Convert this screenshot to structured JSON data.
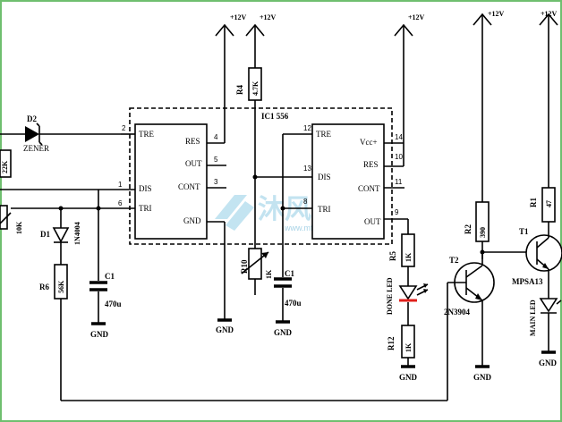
{
  "supply": "+12V",
  "ground": "GND",
  "ic": {
    "label": "IC1 556",
    "left_pins": {
      "tre": "TRE",
      "dis": "DIS",
      "tri": "TRI",
      "res": "RES",
      "out": "OUT",
      "cont": "CONT",
      "gnd": "GND"
    },
    "left_pin_numbers": {
      "tre": "2",
      "dis": "1",
      "tri": "6",
      "res": "4",
      "out": "5",
      "cont": "3"
    },
    "right_pins": {
      "tre": "TRE",
      "dis": "DIS",
      "tri": "TRI",
      "vcc": "Vcc+",
      "res": "RES",
      "cont": "CONT",
      "out": "OUT"
    },
    "right_pin_numbers": {
      "tre": "12",
      "dis": "13",
      "tri": "8",
      "vcc": "14",
      "res": "10",
      "cont": "11",
      "out": "9"
    }
  },
  "components": {
    "d2": {
      "ref": "D2",
      "value": "ZENER"
    },
    "r_22k": {
      "value": "22K"
    },
    "r_10k": {
      "value": "10K"
    },
    "d1": {
      "ref": "D1",
      "value": "1N4004"
    },
    "r6": {
      "ref": "R6",
      "value": "56K"
    },
    "c1_left": {
      "ref": "C1",
      "value": "470u"
    },
    "r4": {
      "ref": "R4",
      "value": "4.7K"
    },
    "r10": {
      "ref": "R10",
      "value": "1K"
    },
    "c1_right": {
      "ref": "C1",
      "value": "470u"
    },
    "r5": {
      "ref": "R5",
      "value": "1K"
    },
    "done_led": {
      "value": "DONE LED"
    },
    "r12": {
      "ref": "R12",
      "value": "1K"
    },
    "r2": {
      "ref": "R2",
      "value": "390"
    },
    "t2": {
      "ref": "T2",
      "value": "2N3904"
    },
    "r1": {
      "ref": "R1",
      "value": "47"
    },
    "t1": {
      "ref": "T1",
      "value": "MPSA13"
    },
    "main_led": {
      "value": "MAIN LED"
    }
  },
  "watermark": {
    "name": "沐风网",
    "url": "www.mfcad.com"
  },
  "colors": {
    "frame": "#6fbf6f",
    "led_red": "#e0201c",
    "watermark": "#b9dfee"
  }
}
